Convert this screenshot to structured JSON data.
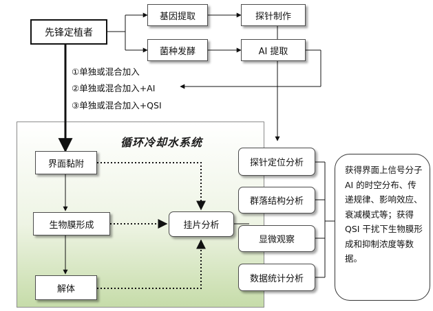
{
  "nodes": {
    "pioneer": "先锋定植者",
    "gene_extraction": "基因提取",
    "probe_making": "探针制作",
    "fermentation": "菌种发酵",
    "ai_extraction": "AI 提取",
    "interface_adhesion": "界面黏附",
    "biofilm_formation": "生物膜形成",
    "disintegration": "解体",
    "coupon_analysis": "挂片分析",
    "probe_localization": "探针定位分析",
    "community_structure": "群落结构分析",
    "microscopy": "显微观察",
    "statistics": "数据统计分析"
  },
  "conditions": [
    "①单独或混合加入",
    "②单独或混合加入+AI",
    "③单独或混合加入+QSI"
  ],
  "cooling_system_title": "循环冷却水系统",
  "summary_text": "获得界面上信号分子 AI 的时空分布、传递规律、影响效应、衰减模式等；获得 QSI 干扰下生物膜形成和抑制浓度等数据。"
}
